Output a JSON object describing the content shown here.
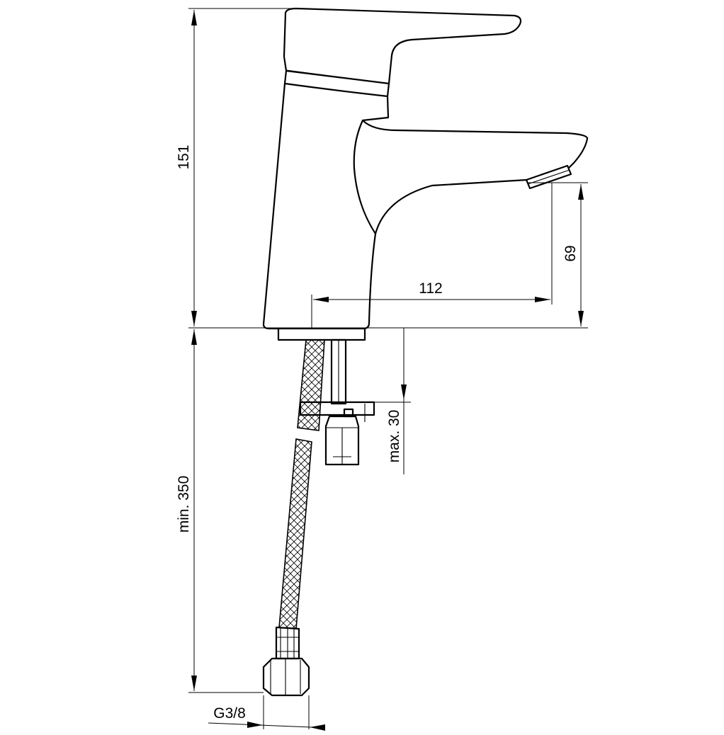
{
  "dimensions": {
    "total_height": "151",
    "spout_height": "69",
    "spout_reach": "112",
    "max_deck_thickness": "max. 30",
    "min_hose_length": "min. 350",
    "connection_thread": "G3/8"
  }
}
